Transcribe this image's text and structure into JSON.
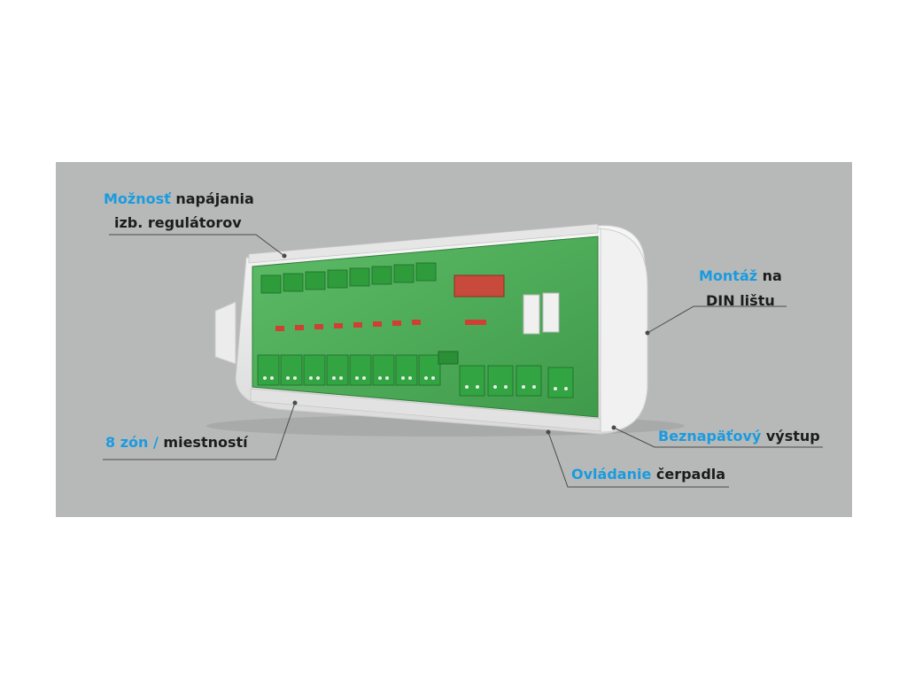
{
  "colors": {
    "background": "#ffffff",
    "banner": "#b7b9b8",
    "highlight": "#1a9be0",
    "text": "#1c1c1c",
    "pcb": "#4fb05a",
    "housing": "#f4f4f4"
  },
  "labels": {
    "power": {
      "highlight": "Možnosť",
      "rest": "napájania",
      "line2": "izb. regulátorov"
    },
    "din": {
      "highlight": "Montáž",
      "rest": "na",
      "line2": "DIN lištu"
    },
    "zones": {
      "highlight1": "8 zón",
      "separator": "/",
      "rest": "miestností"
    },
    "output": {
      "highlight": "Beznapäťový",
      "rest": "výstup"
    },
    "pump": {
      "highlight": "Ovládanie",
      "rest": "čerpadla"
    }
  }
}
